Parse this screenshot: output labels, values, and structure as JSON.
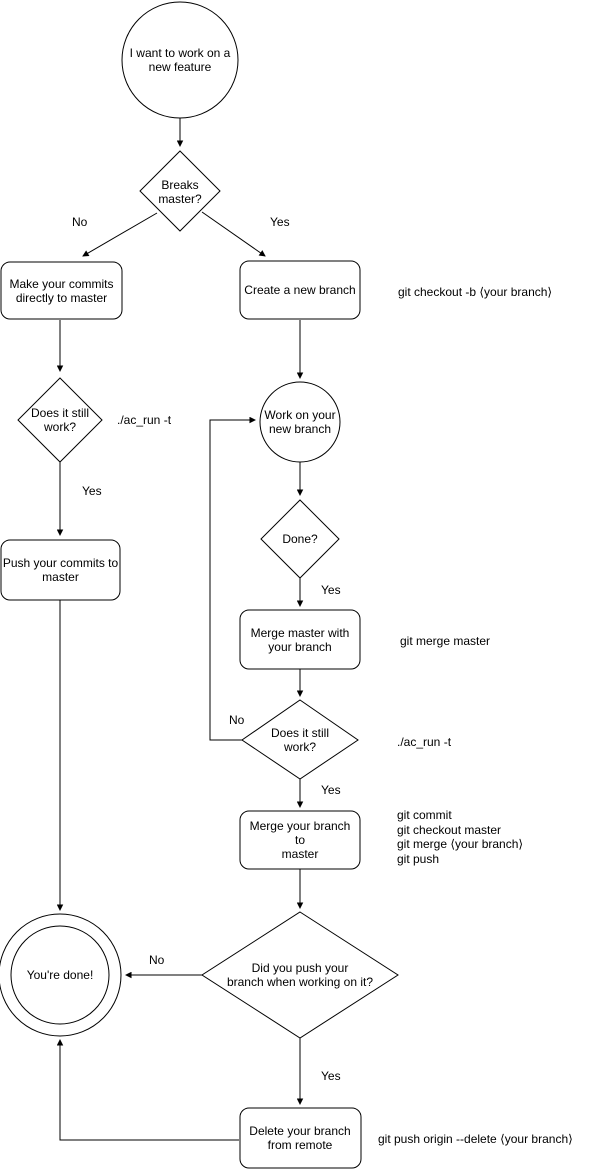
{
  "diagram": {
    "colors": {
      "stroke": "#000000",
      "fill": "#ffffff",
      "text": "#000000"
    },
    "nodes": {
      "start": "I want to work on a\nnew feature",
      "breaks_master": "Breaks\nmaster?",
      "make_commits": "Make your commits\ndirectly to master",
      "create_branch": "Create a new branch",
      "does_it_work_1": "Does it still\nwork?",
      "push_commits": "Push your commits to\nmaster",
      "work_on_branch": "Work on your\nnew branch",
      "done_q": "Done?",
      "merge_master": "Merge master with\nyour branch",
      "does_it_work_2": "Does it still\nwork?",
      "merge_branch": "Merge your branch to\nmaster",
      "did_you_push": "Did you push your\nbranch when working on it?",
      "youre_done": "You're done!",
      "delete_remote": "Delete your branch\nfrom remote"
    },
    "edge_labels": {
      "breaks_no": "No",
      "breaks_yes": "Yes",
      "work1_yes": "Yes",
      "doneq_yes": "Yes",
      "work2_no": "No",
      "work2_yes": "Yes",
      "didpush_no": "No",
      "didpush_yes": "Yes"
    },
    "annotations": {
      "checkout_cmd": "git checkout -b ⟨your branch⟩",
      "ac_run_1": "./ac_run -t",
      "merge_master_cmd": "git merge master",
      "ac_run_2": "./ac_run -t",
      "merge_push_lines": [
        "git commit",
        "git checkout master",
        "git merge ⟨your branch⟩",
        "git push"
      ],
      "delete_cmd": "git push origin --delete ⟨your branch⟩"
    }
  }
}
